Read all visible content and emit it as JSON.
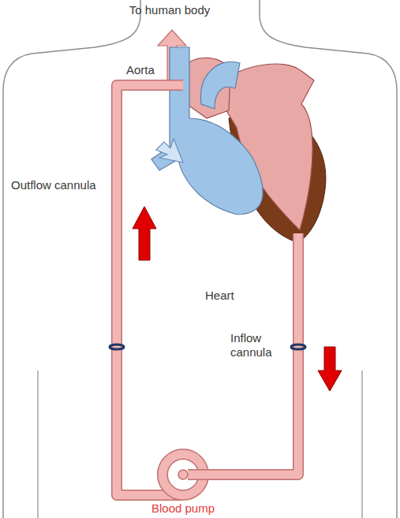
{
  "diagram": {
    "labels": [
      "To human body",
      "Aorta",
      "Outflow cannula",
      "Heart",
      "Inflow cannula",
      "Blood pump"
    ]
  }
}
